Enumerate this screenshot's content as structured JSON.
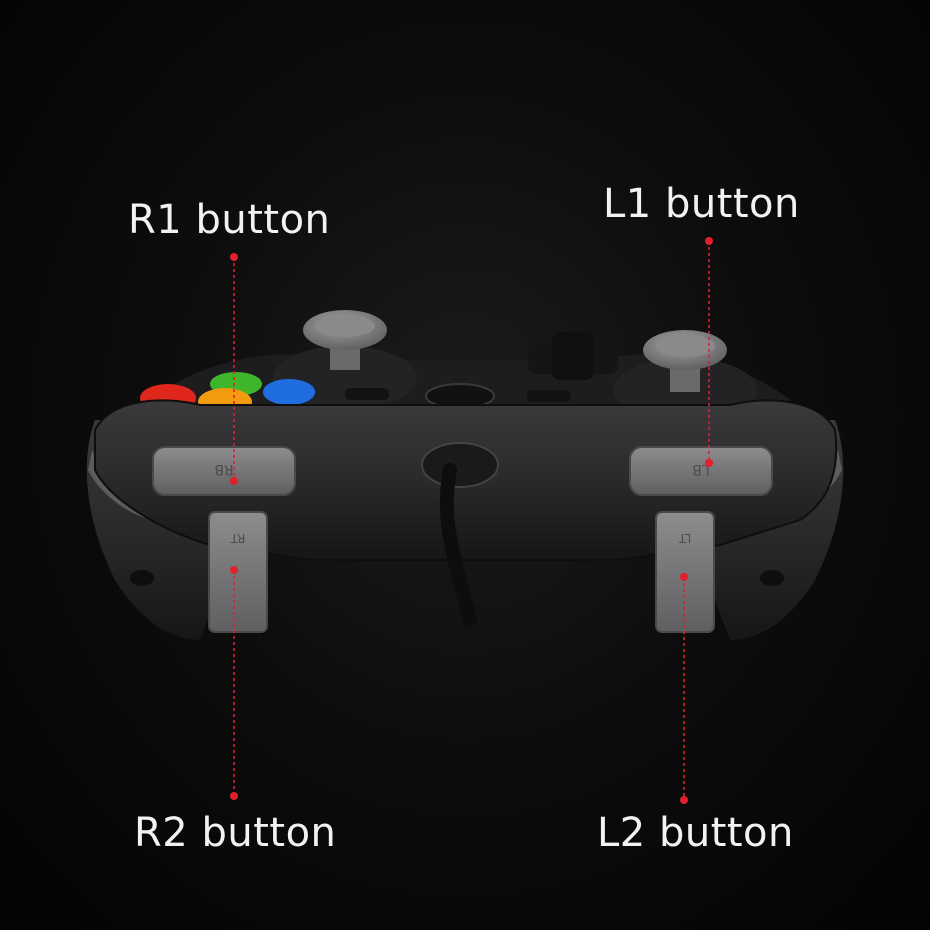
{
  "callouts": {
    "r1": "R1 button",
    "l1": "L1 button",
    "r2": "R2 button",
    "l2": "L2 button"
  },
  "bumper_marks": {
    "right": "RB",
    "left": "LB"
  },
  "trigger_marks": {
    "right": "RT",
    "left": "LT"
  },
  "colors": {
    "callout_line": "#e0202a",
    "button_red": "#e0271b",
    "button_green": "#3fb52c",
    "button_blue": "#1f6de0",
    "button_orange": "#f29a10",
    "shell": "#2a2a2c",
    "grip_gray": "#7b7b7d"
  }
}
